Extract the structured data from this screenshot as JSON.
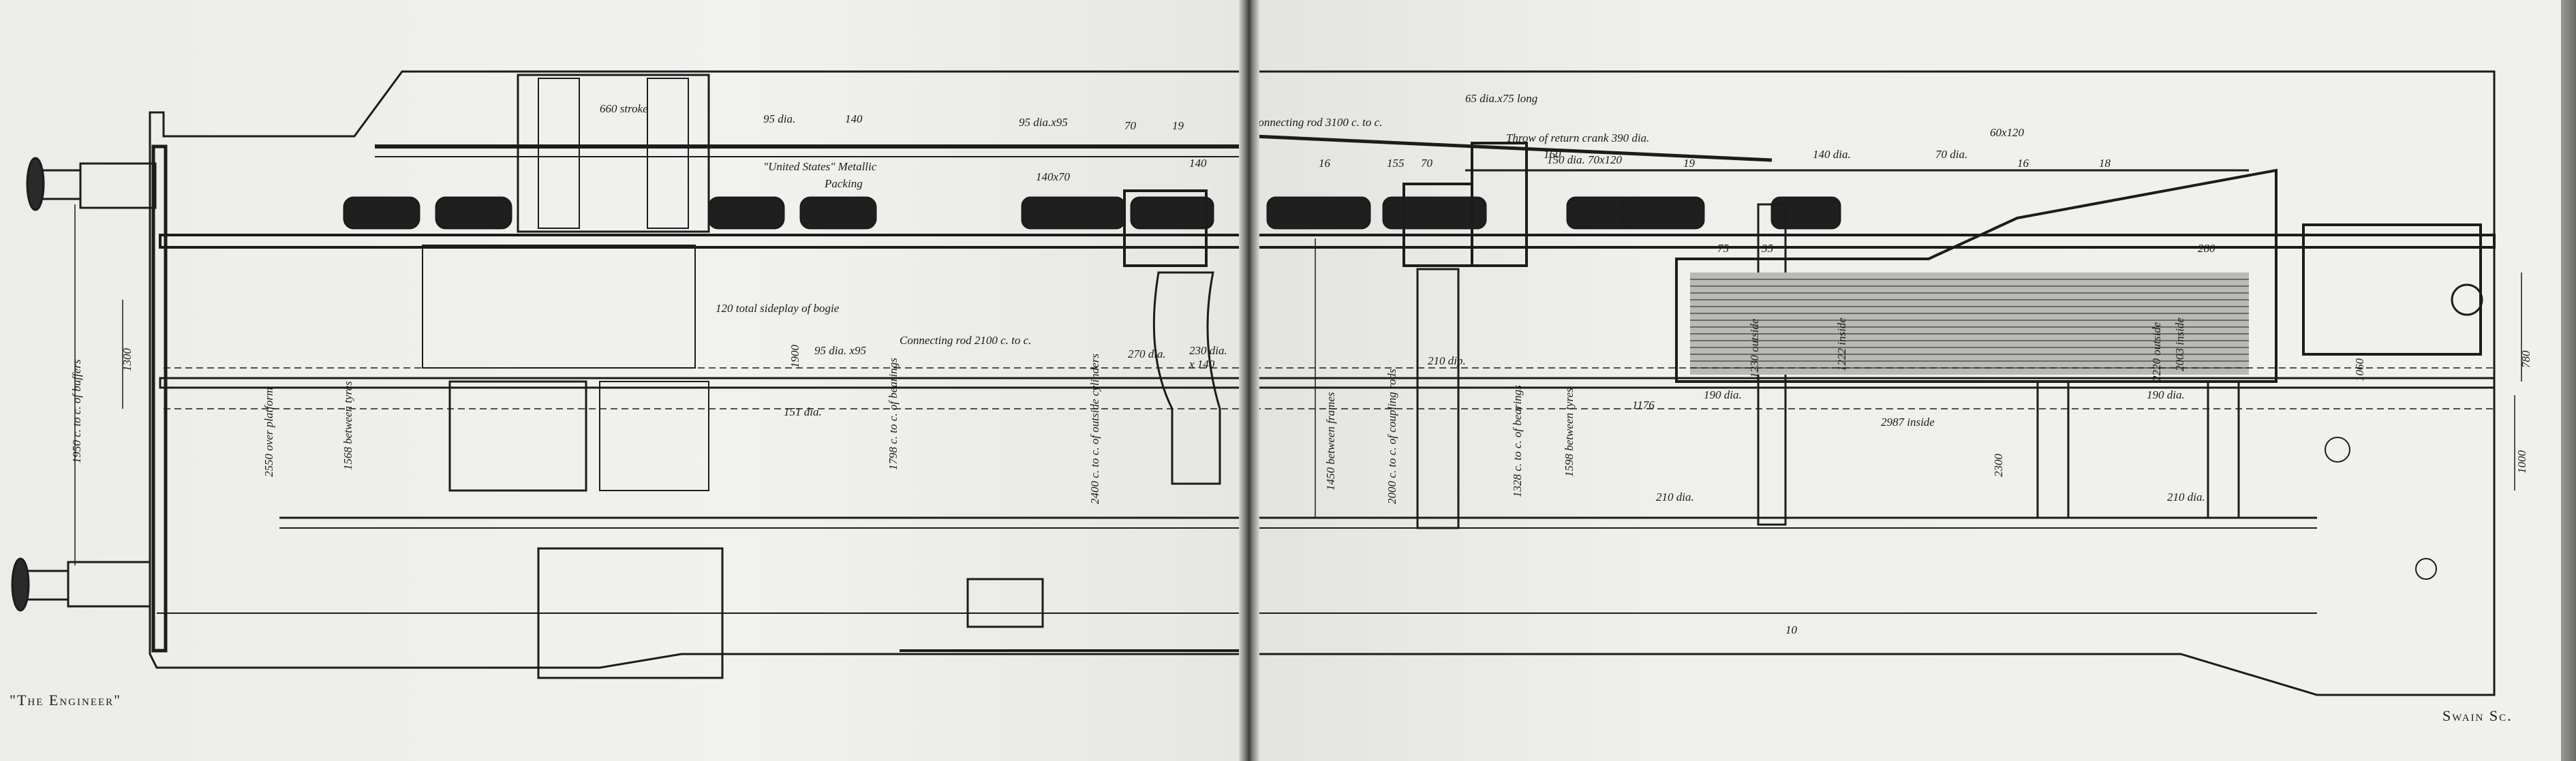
{
  "captions": {
    "publication": "\"The Engineer\"",
    "engraver": "Swain Sc."
  },
  "labels": {
    "stroke": "660 stroke",
    "piston_rod": "95 dia.",
    "rod_140": "140",
    "crosshead": "95 dia.x95",
    "dim_70": "70",
    "dim_19a": "19",
    "conn_rod_top": "Connecting rod 3100 c. to c.",
    "pin_65": "65 dia.x75 long",
    "return_crank": "Throw of return crank 390 dia.",
    "dim_60x120": "60x120",
    "dim_160": "160",
    "packing_1": "\"United States\" Metallic",
    "packing_2": "Packing",
    "dim_140x70": "140x70",
    "dim_140": "140",
    "dim_16": "16",
    "dim_155": "155",
    "dim_70b": "70",
    "dim_150": "150 dia. 70x120",
    "dim_19b": "19",
    "dim_140dia": "140 dia.",
    "dim_70dia": "70 dia.",
    "dim_16b": "16",
    "dim_18": "18",
    "buffers": "1950 c. to c. of buffers",
    "dim_1300": "1300",
    "platform": "2550 over platform",
    "tyres_1568": "1568 between tyres",
    "bogie_sideplay": "120 total sideplay of bogie",
    "dim_95x95": "95 dia. x95",
    "conn_rod_mid": "Connecting rod 2100 c. to c.",
    "bearings_1798": "1798 c. to c. of bearings",
    "dim_1900": "1900",
    "dim_151": "151 dia.",
    "outside_cyl": "2400 c. to c. of outside cylinders",
    "dim_270": "270 dia.",
    "dim_230": "230 dia.",
    "dim_140b": "x 140",
    "frames": "1450 between frames",
    "coupling_rods": "2000 c. to c. of coupling rods",
    "dim_210dip": "210 dip.",
    "bearings_1328": "1328 c. to c. of bearings",
    "tyres_1598": "1598 between tyres",
    "dim_210a": "210 dia.",
    "firebox_outside": "1230 outside",
    "firebox_inside": "1222 inside",
    "dim_190a": "190 dia.",
    "inside_2987": "2987 inside",
    "dim_2300": "2300",
    "dim_210b": "210 dia.",
    "outside_2220": "2220 outside",
    "inside_2003": "2003 inside",
    "dim_190b": "190 dia.",
    "dim_1060": "1060",
    "dim_780": "780",
    "dim_1000": "1000",
    "dim_1176": "1176",
    "dim_35": "35",
    "dim_75": "75",
    "dim_280": "280",
    "dim_10": "10"
  }
}
